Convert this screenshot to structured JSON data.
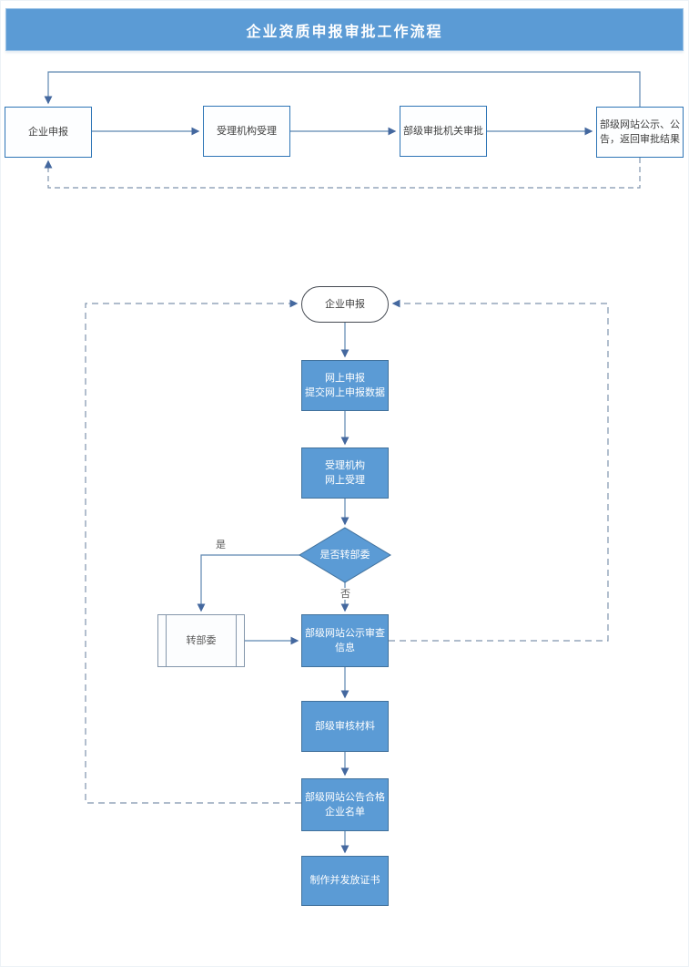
{
  "title": "企业资质申报审批工作流程",
  "colors": {
    "banner_fill": "#5b9bd5",
    "banner_border": "#9cc3e5",
    "blue_node_fill": "#5b9bd5",
    "blue_node_border": "#41719c",
    "white_node_border": "#2e75b6",
    "solid_connector": "#5e87b0",
    "dashed_connector": "#7f94ad",
    "arrowhead": "#44689f",
    "dark_text": "#404040",
    "light_text": "#ffffff"
  },
  "top_flow": {
    "nodes": [
      {
        "label": "企业申报"
      },
      {
        "label": "受理机构受理"
      },
      {
        "label": "部级审批机关审批"
      },
      {
        "label": "部级网站公示、公告，返回审批结果"
      }
    ]
  },
  "detail_flow": {
    "start_label": "企业申报",
    "step_online_apply": "网上申报\n提交网上申报数据",
    "step_online_accept": "受理机构\n网上受理",
    "decision_label": "是否转部委",
    "decision_yes": "是",
    "decision_no": "否",
    "subprocess_label": "转部委",
    "step_publicity_review": "部级网站公示审查\n信息",
    "step_ministry_review": "部级审核材料",
    "step_announce_list": "部级网站公告合格\n企业名单",
    "step_issue_certificate": "制作并发放证书"
  }
}
